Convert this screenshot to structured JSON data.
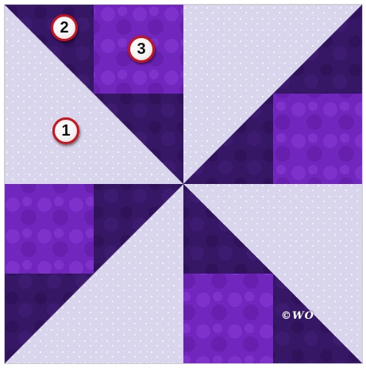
{
  "markers": [
    {
      "label": "1"
    },
    {
      "label": "2"
    },
    {
      "label": "3"
    }
  ],
  "watermark": {
    "text": "©WO"
  },
  "colors": {
    "light_fabric": "#d6d3ea",
    "light_fabric_dots": "#ecebf6",
    "dark_fabric": "#3a1a6a",
    "medium_purple_fabric": "#7a2ac4",
    "marker_ring": "#c8141c"
  }
}
